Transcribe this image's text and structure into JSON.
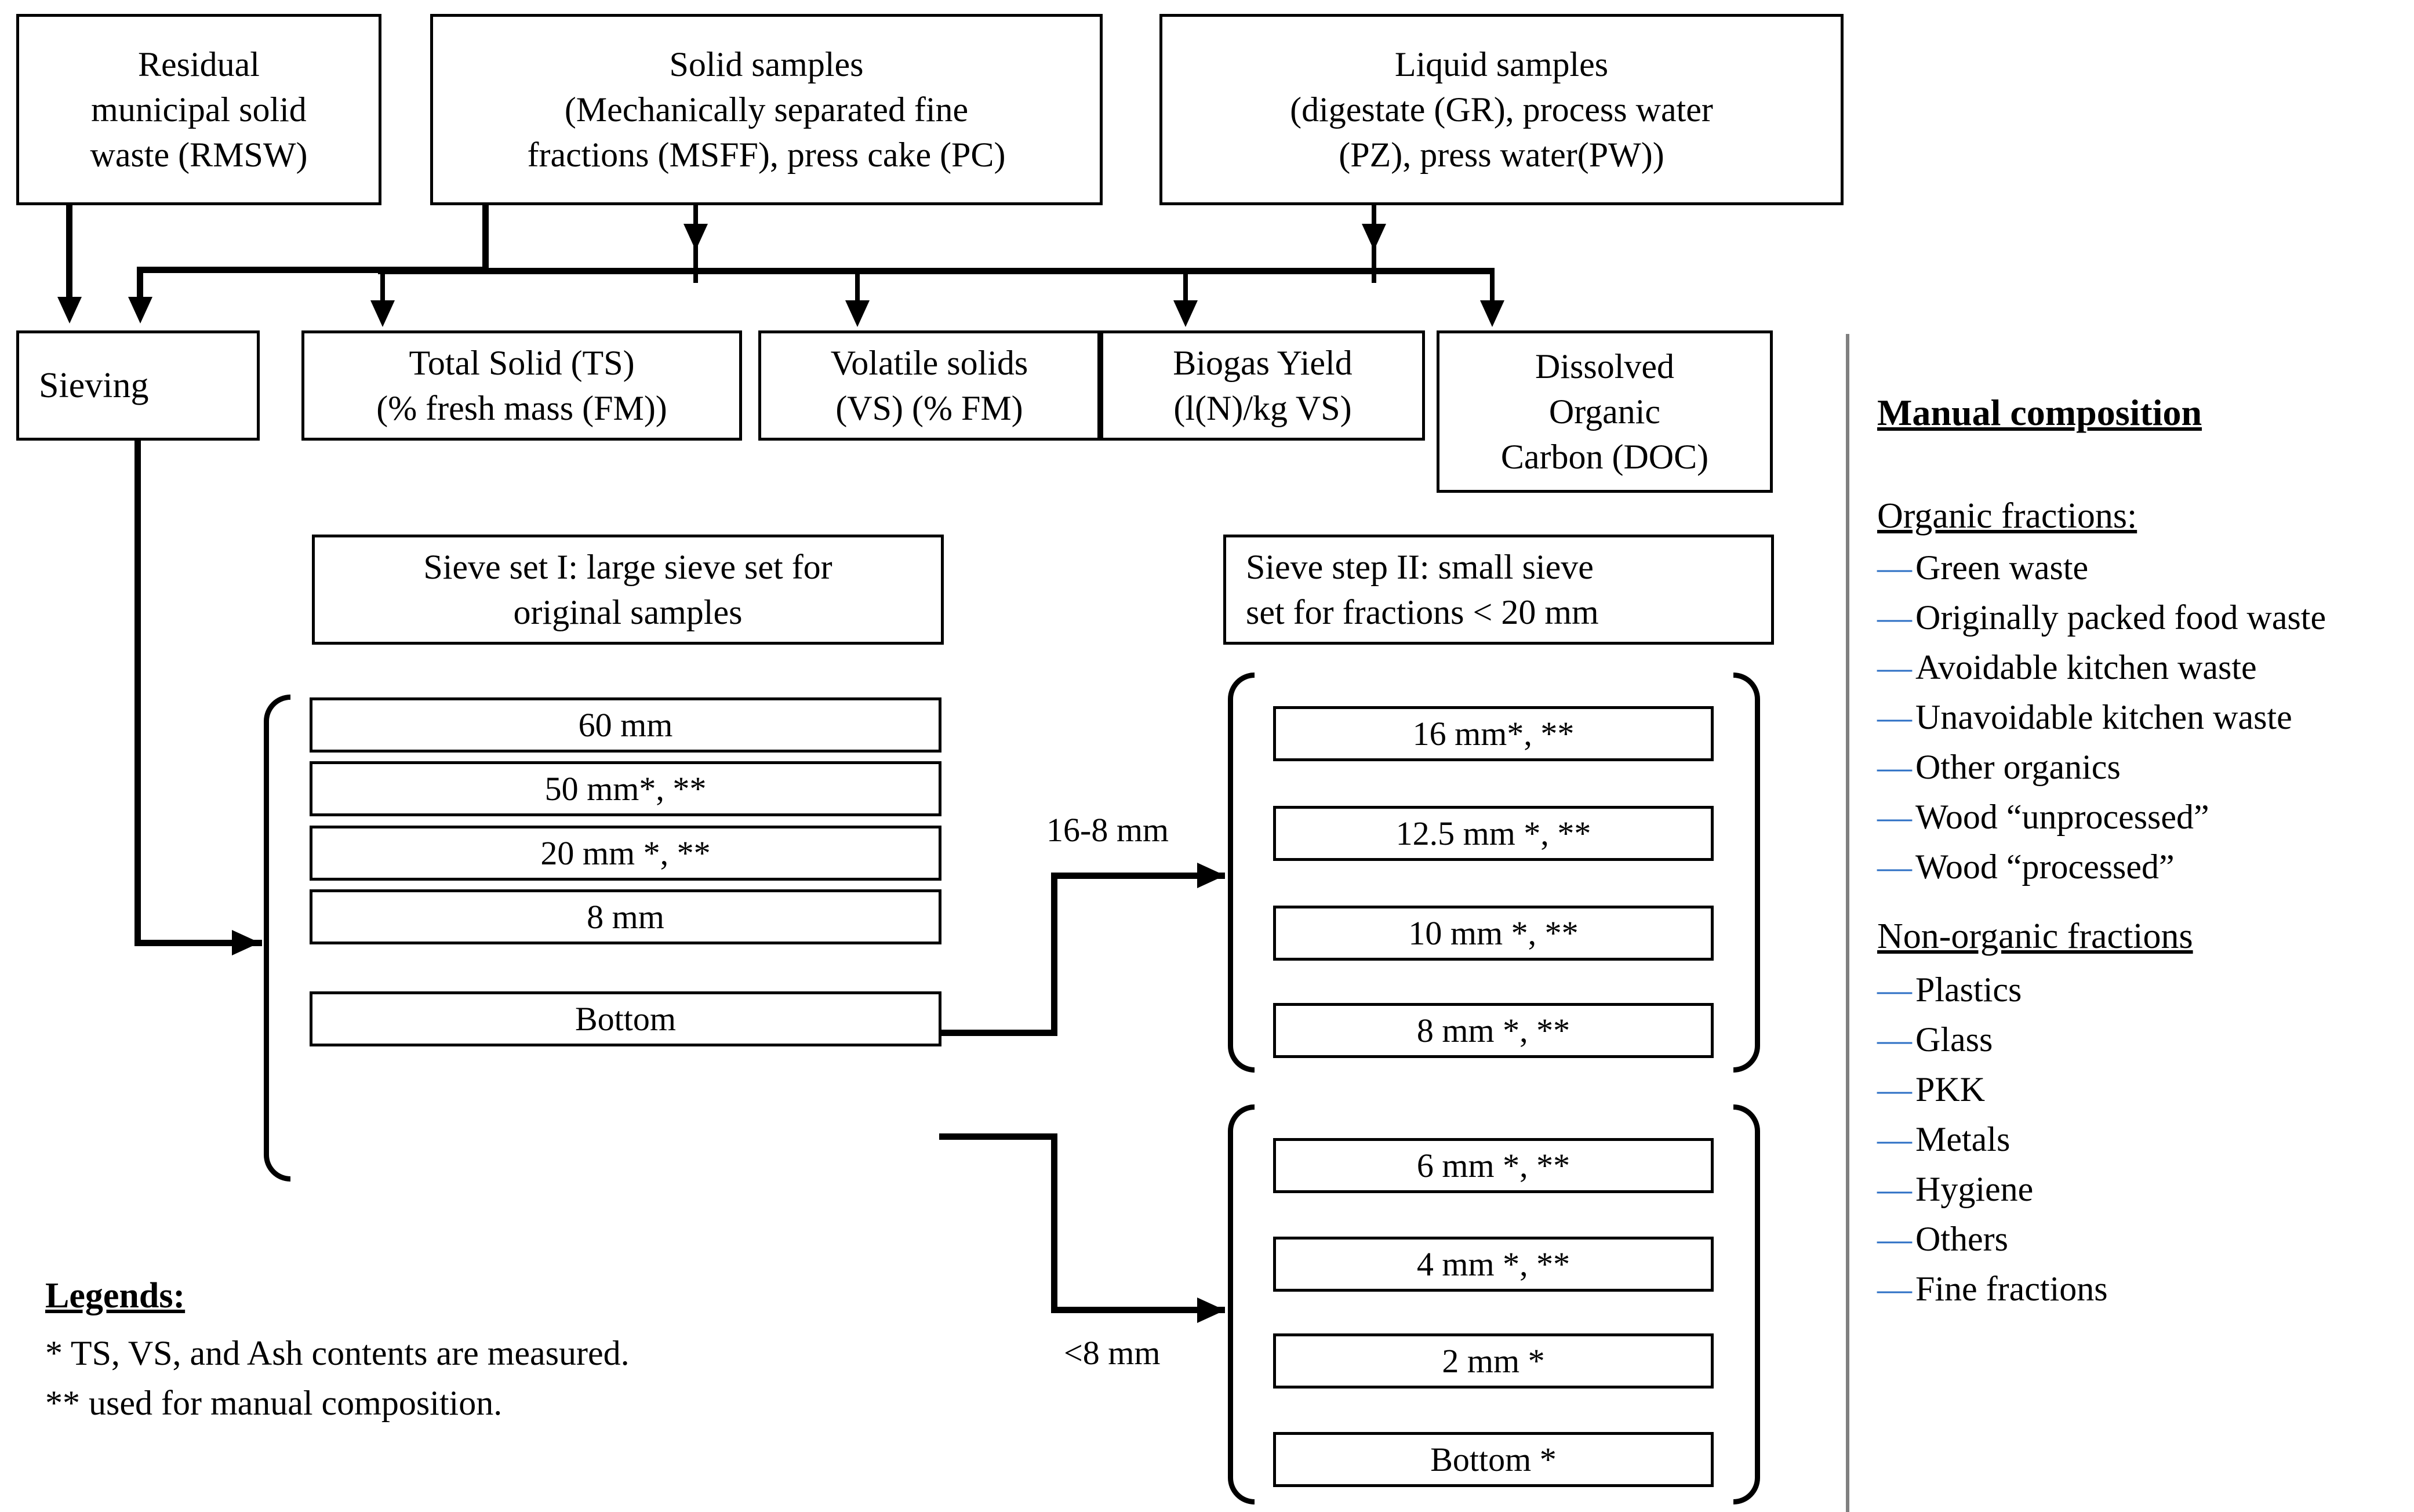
{
  "sources": {
    "rmsw": "Residual\nmunicipal solid\nwaste (RMSW)",
    "solid": "Solid samples\n(Mechanically separated fine\nfractions (MSFF), press cake (PC)",
    "liquid": "Liquid samples\n(digestate (GR), process water\n(PZ), press water(PW))"
  },
  "processes": {
    "sieving": "Sieving",
    "ts": "Total Solid (TS)\n(% fresh mass (FM))",
    "vs": "Volatile solids\n(VS) (% FM)",
    "biogas": "Biogas Yield\n(l(N)/kg VS)",
    "doc": "Dissolved\nOrganic\nCarbon (DOC)"
  },
  "sieve_set_1": {
    "header": "Sieve set I: large sieve set for\noriginal samples",
    "items": [
      "60 mm",
      "50 mm*, **",
      "20 mm *, **",
      "8 mm",
      "Bottom"
    ]
  },
  "sieve_set_2": {
    "header": "Sieve step II: small sieve\nset for fractions < 20 mm",
    "group_a": [
      "16 mm*, **",
      "12.5 mm *, **",
      "10 mm *, **",
      "8 mm *, **"
    ],
    "group_b": [
      "6 mm *, **",
      "4 mm *, **",
      "2 mm *",
      "Bottom *"
    ]
  },
  "edge_labels": {
    "top": "16-8 mm",
    "bottom": "<8 mm"
  },
  "legends": {
    "title": "Legends:",
    "lines": [
      "* TS, VS, and Ash contents are measured.",
      "** used for manual composition."
    ]
  },
  "manual_composition": {
    "title": "Manual composition",
    "organic": {
      "heading": "Organic fractions:",
      "items": [
        "Green waste",
        "Originally packed food waste",
        "Avoidable kitchen waste",
        "Unavoidable kitchen waste",
        "Other organics",
        "Wood “unprocessed”",
        "Wood “processed”"
      ]
    },
    "non_organic": {
      "heading": "Non-organic fractions",
      "items": [
        "Plastics",
        "Glass",
        "PKK",
        "Metals",
        "Hygiene",
        "Others",
        "Fine fractions"
      ]
    },
    "bullet_glyph": "—",
    "bullet_color": "#2c6fc4"
  }
}
